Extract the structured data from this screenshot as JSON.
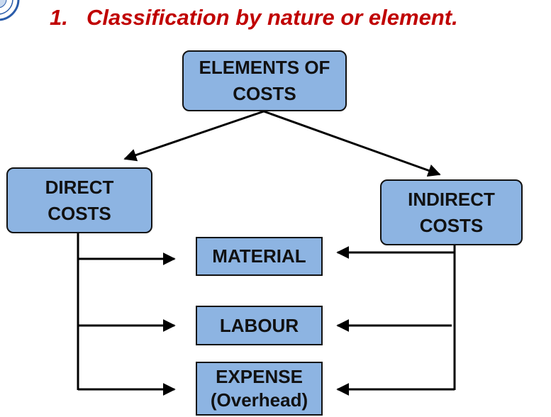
{
  "slide": {
    "title_number": "1.",
    "title_text": "Classification by nature or element."
  },
  "diagram": {
    "root": {
      "line1": "ELEMENTS OF",
      "line2": "COSTS"
    },
    "direct": {
      "line1": "DIRECT",
      "line2": "COSTS"
    },
    "indirect": {
      "line1": "INDIRECT",
      "line2": "COSTS"
    },
    "material": {
      "label": "MATERIAL"
    },
    "labour": {
      "label": "LABOUR"
    },
    "expense": {
      "line1": "EXPENSE",
      "line2": "(Overhead)"
    }
  },
  "colors": {
    "box_fill": "#8db4e2",
    "title": "#c00000",
    "lines": "#000000"
  }
}
